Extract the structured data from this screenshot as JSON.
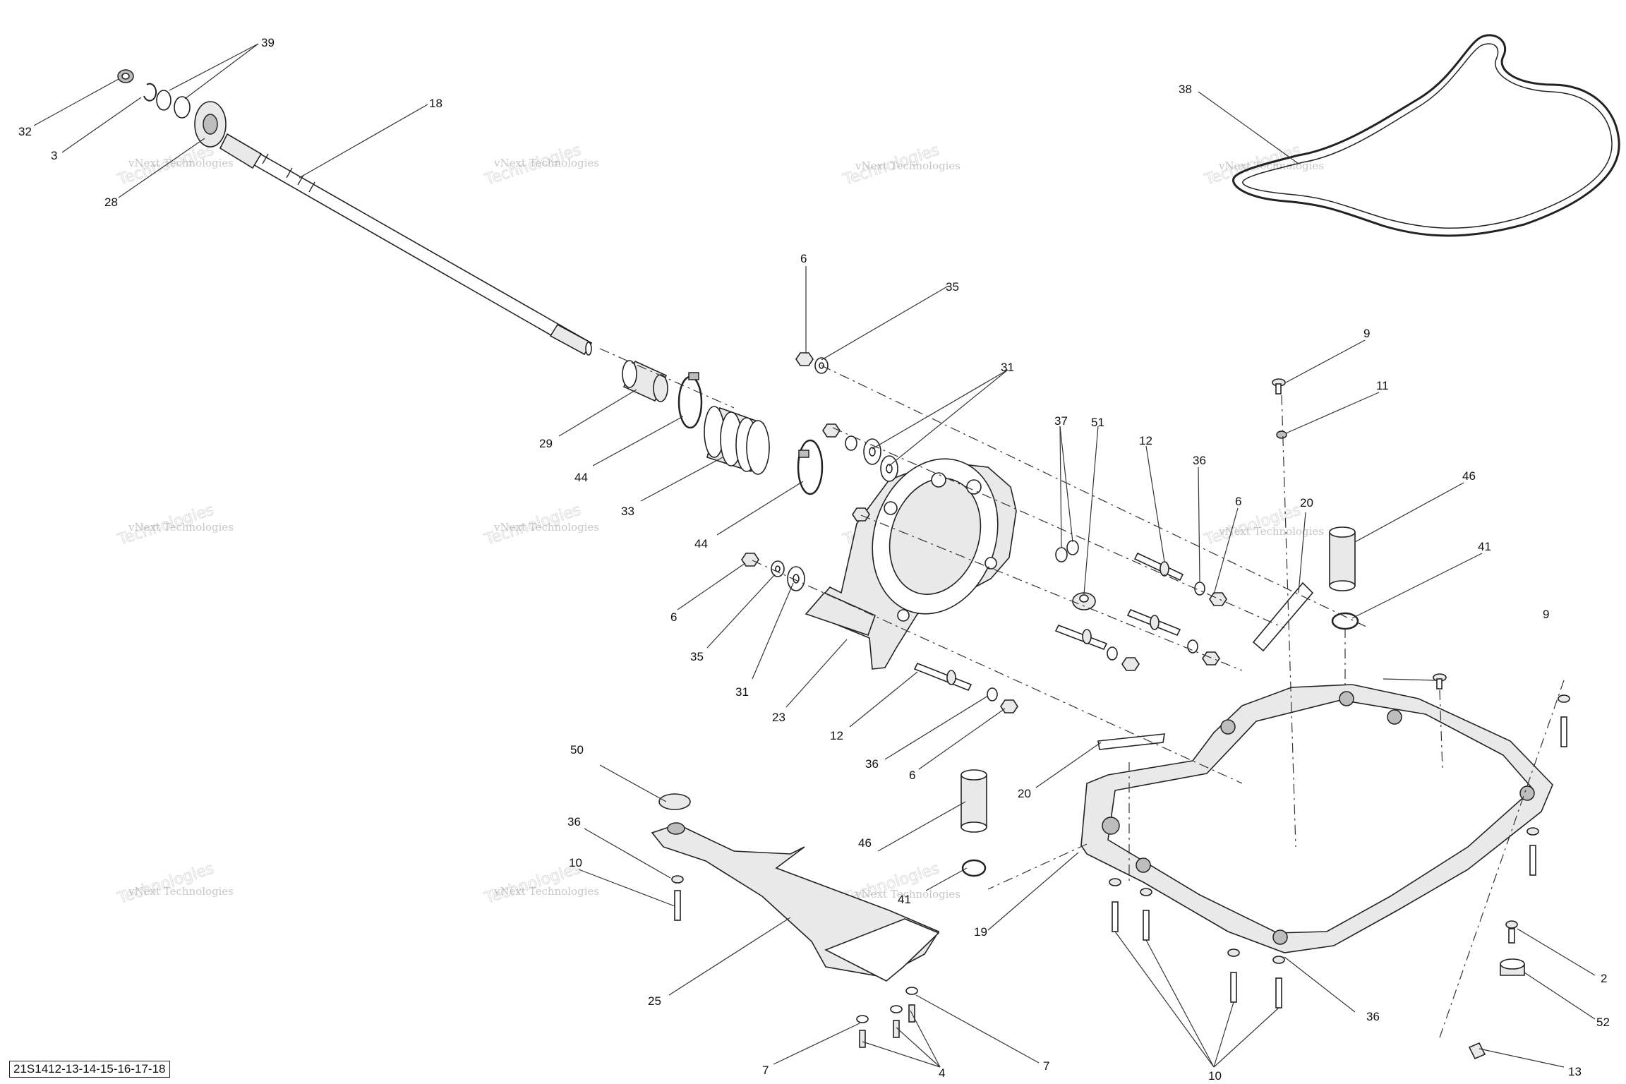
{
  "drawing_code": "21S1412-13-14-15-16-17-18",
  "watermark": {
    "line1": "vNext Technologies",
    "line2": "vNext",
    "line3": "Technologies"
  },
  "callouts": [
    "39",
    "32",
    "3",
    "28",
    "18",
    "38",
    "6",
    "35",
    "31",
    "37",
    "51",
    "12",
    "36",
    "9",
    "11",
    "20",
    "46",
    "41",
    "29",
    "44",
    "33",
    "23",
    "50",
    "10",
    "25",
    "19",
    "2",
    "52",
    "13",
    "7",
    "4"
  ]
}
